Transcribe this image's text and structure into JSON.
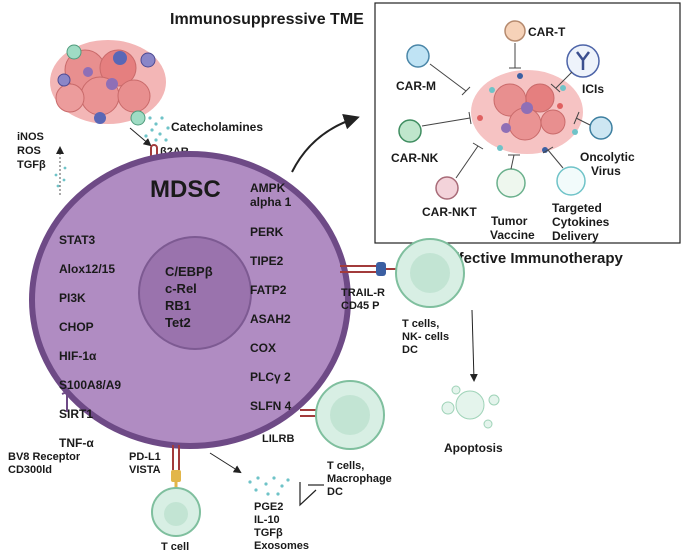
{
  "title": "Immunosuppressive TME",
  "mdsc": {
    "title": "MDSC",
    "left_markers": [
      "STAT3",
      "Alox12/15",
      "PI3K",
      "CHOP",
      "HIF-1α",
      "S100A8/A9",
      "SIRT1",
      "TNF-α"
    ],
    "right_markers": [
      "AMPK",
      "alpha 1",
      "PERK",
      "TIPE2",
      "FATP2",
      "ASAH2",
      "COX",
      "PLCγ 2",
      "SLFN 4"
    ],
    "nucleus": [
      "C/EBPβ",
      "c-Rel",
      "RB1",
      "Tet2"
    ]
  },
  "tme": {
    "catecholamines": "Catecholamines",
    "receptor": "β2AR",
    "secreted": [
      "iNOS",
      "ROS",
      "TGFβ"
    ]
  },
  "immunotherapy": {
    "title": "Ineffective Immunotherapy",
    "therapies": {
      "car_m": "CAR-M",
      "car_t": "CAR-T",
      "icis": "ICIs",
      "car_nk": "CAR-NK",
      "oncolytic": [
        "Oncolytic",
        "Virus"
      ],
      "car_nkt": "CAR-NKT",
      "vaccine": [
        "Tumor",
        "Vaccine"
      ],
      "cytokines": [
        "Targeted",
        "Cytokines",
        "Delivery"
      ]
    }
  },
  "interactions": {
    "trail": [
      "TRAIL-R",
      "CD45 P"
    ],
    "target_cells_1": [
      "T cells,",
      "NK- cells",
      "DC"
    ],
    "apoptosis": "Apoptosis",
    "lilrb": "LILRB",
    "target_cells_2": [
      "T cells,",
      "Macrophage",
      "DC"
    ],
    "bv8": [
      "BV8 Receptor",
      "CD300ld"
    ],
    "pdl1": [
      "PD-L1",
      "VISTA"
    ],
    "t_cell": "T cell",
    "factors": [
      "PGE2",
      "IL-10",
      "TGFβ",
      "Exosomes"
    ]
  },
  "colors": {
    "cell_fill": "#b08cc2",
    "cell_border": "#6e4a86",
    "nucleus_fill": "#9a73ad",
    "tcell_fill": "#d8efe4",
    "tcell_border": "#7fbf9e",
    "tumor": "#e88f8f",
    "receptor_red": "#a23b3b",
    "receptor_blue": "#3b5fa2",
    "dots": "#6fc3c8"
  }
}
